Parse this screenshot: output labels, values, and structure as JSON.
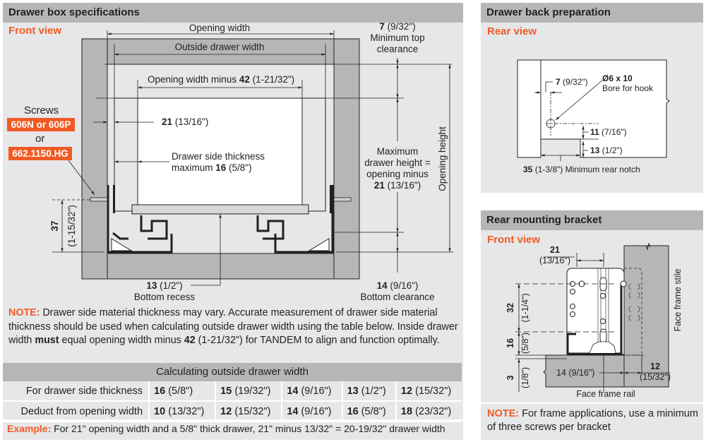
{
  "drawer_box": {
    "title": "Drawer box specifications",
    "view": "Front view",
    "labels": {
      "opening_width": "Opening width",
      "outside_drawer_width": "Outside drawer width",
      "opening_minus_prefix": "Opening width minus ",
      "opening_minus_value": "42",
      "opening_minus_imperial": " (1-21/32\")",
      "side_21_value": "21",
      "side_21_imperial": " (13/16\")",
      "side_thickness_line1": "Drawer side thickness",
      "side_thickness_line2_prefix": "maximum ",
      "side_thickness_value": "16",
      "side_thickness_imperial": " (5/8\")",
      "top_clearance_value": "7",
      "top_clearance_imperial": " (9/32\")",
      "top_clearance_line2": "Minimum top",
      "top_clearance_line3": "clearance",
      "max_height_line1": "Maximum",
      "max_height_line2": "drawer height =",
      "max_height_line3": "opening minus",
      "max_height_value": "21",
      "max_height_imperial": " (13/16\")",
      "opening_height": "Opening height",
      "height_37_value": "37",
      "height_37_imperial": "(1-15/32\")",
      "bottom_recess_value": "13",
      "bottom_recess_imperial": " (1/2\")",
      "bottom_recess": "Bottom recess",
      "bottom_clearance_value": "14",
      "bottom_clearance_imperial": " (9/16\")",
      "bottom_clearance": "Bottom clearance"
    },
    "screws": {
      "label": "Screws",
      "option1": "606N or 606P",
      "or": "or",
      "option2": "662.1150.HG"
    },
    "note": {
      "label": "NOTE:",
      "text_1": " Drawer side material thickness may vary. Accurate measurement of drawer side material thickness should be used when calculating outside drawer width using the table below. Inside drawer width ",
      "must": "must",
      "text_2": " equal opening width minus  ",
      "value": "42",
      "text_3": " (1-21/32\") for TANDEM to align and function optimally."
    },
    "table": {
      "title": "Calculating outside drawer width",
      "rows": [
        {
          "label": "For drawer side thickness",
          "cells": [
            {
              "mm": "16",
              "in": " (5/8\")"
            },
            {
              "mm": "15",
              "in": " (19/32\")"
            },
            {
              "mm": "14",
              "in": " (9/16\")"
            },
            {
              "mm": "13",
              "in": " (1/2\")"
            },
            {
              "mm": "12",
              "in": " (15/32\")"
            }
          ]
        },
        {
          "label": "Deduct from opening width",
          "cells": [
            {
              "mm": "10",
              "in": " (13/32\")"
            },
            {
              "mm": "12",
              "in": " (15/32\")"
            },
            {
              "mm": "14",
              "in": " (9/16\")"
            },
            {
              "mm": "16",
              "in": " (5/8\")"
            },
            {
              "mm": "18",
              "in": " (23/32\")"
            }
          ]
        }
      ]
    },
    "example": {
      "label": "Example:",
      "text": " For 21\" opening width and a 5/8\" thick drawer, 21\" minus 13/32\" = 20-19/32\" drawer width"
    }
  },
  "drawer_back": {
    "title": "Drawer back preparation",
    "view": "Rear view",
    "labels": {
      "offset_value": "7",
      "offset_imperial": " (9/32\")",
      "bore_value": "Ø6 x 10",
      "bore_text": "Bore for hook",
      "height_11_value": "11",
      "height_11_imperial": " (7/16\")",
      "height_13_value": "13",
      "height_13_imperial": " (1/2\")",
      "notch_value": "35",
      "notch_text": " (1-3/8\") Minimum rear notch"
    }
  },
  "rear_bracket": {
    "title": "Rear mounting bracket",
    "view": "Front view",
    "labels": {
      "w21_value": "21",
      "w21_imperial": "(13/16\")",
      "h32_value": "32",
      "h32_imperial": "(1-1/4\")",
      "h16_value": "16",
      "h16_imperial": "(5/8\")",
      "h3_value": "3",
      "h3_imperial": "(1/8\")",
      "w14_value": "14 (9/16\")",
      "w12_value": "12",
      "w12_imperial": "(15/32\")",
      "stile": "Face frame stile",
      "rail": "Face frame rail"
    },
    "note": {
      "label": "NOTE:",
      "text": " For frame applications, use a minimum of three screws per bracket"
    }
  },
  "colors": {
    "accent": "#f15a24",
    "panel_bg": "#e6e7e8",
    "header_bg": "#b5b6b8",
    "cabinet_gray": "#b5b6b8"
  }
}
